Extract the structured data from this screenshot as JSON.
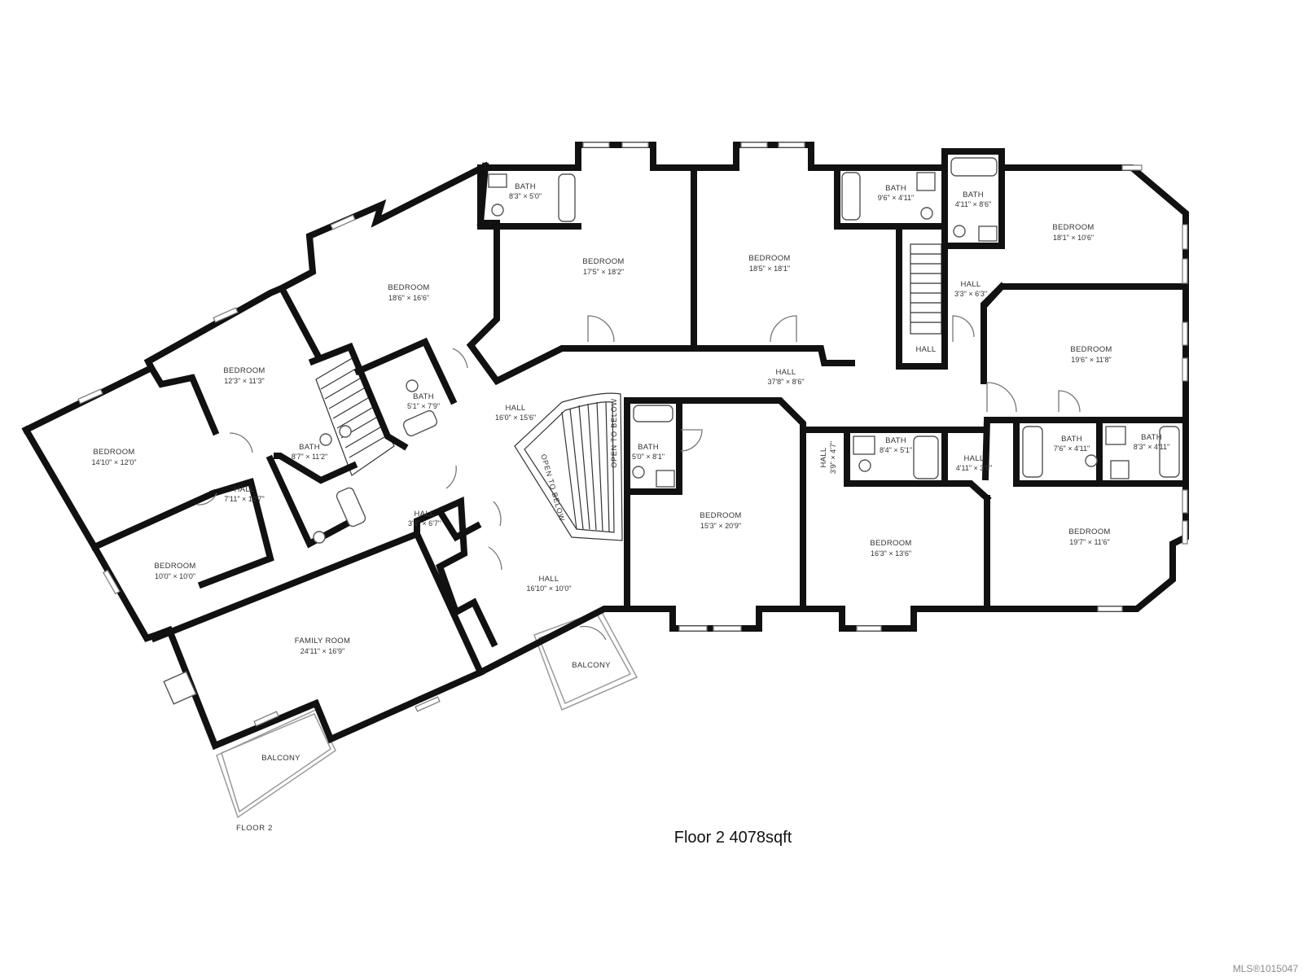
{
  "plan": {
    "rooms": [
      {
        "id": "bath-a",
        "name": "BATH",
        "dims": "8'3\" × 5'0\""
      },
      {
        "id": "bedroom-a",
        "name": "BEDROOM",
        "dims": "17'5\" × 18'2\""
      },
      {
        "id": "bedroom-b",
        "name": "BEDROOM",
        "dims": "18'5\" × 18'1\""
      },
      {
        "id": "bath-b",
        "name": "BATH",
        "dims": "9'6\" × 4'11\""
      },
      {
        "id": "bath-c",
        "name": "BATH",
        "dims": "4'11\" × 8'6\""
      },
      {
        "id": "bedroom-c",
        "name": "BEDROOM",
        "dims": "18'1\" × 10'6\""
      },
      {
        "id": "hall-a",
        "name": "HALL",
        "dims": "3'3\" × 6'3\""
      },
      {
        "id": "bedroom-d",
        "name": "BEDROOM",
        "dims": "18'6\" × 16'6\""
      },
      {
        "id": "bedroom-e",
        "name": "BEDROOM",
        "dims": "12'3\" × 11'3\""
      },
      {
        "id": "bedroom-f",
        "name": "BEDROOM",
        "dims": "14'10\" × 12'0\""
      },
      {
        "id": "bath-d",
        "name": "BATH",
        "dims": "5'1\" × 7'9\""
      },
      {
        "id": "hall-b",
        "name": "HALL",
        "dims": "16'0\" × 15'6\""
      },
      {
        "id": "hall-c",
        "name": "HALL",
        "dims": "37'8\" × 8'6\""
      },
      {
        "id": "hall-d",
        "name": "HALL",
        "dims": ""
      },
      {
        "id": "bedroom-g",
        "name": "BEDROOM",
        "dims": "19'6\" × 11'8\""
      },
      {
        "id": "bath-e",
        "name": "BATH",
        "dims": "8'7\" × 11'2\""
      },
      {
        "id": "hall-e",
        "name": "HALL",
        "dims": "7'11\" × 10'7\""
      },
      {
        "id": "bath-f",
        "name": "BATH",
        "dims": "5'0\" × 8'1\""
      },
      {
        "id": "bath-g",
        "name": "BATH",
        "dims": "8'4\" × 5'1\""
      },
      {
        "id": "hall-f",
        "name": "HALL",
        "dims": "3'9\" × 4'7\""
      },
      {
        "id": "hall-g",
        "name": "HALL",
        "dims": "4'11\" × 3'9\""
      },
      {
        "id": "bath-h",
        "name": "BATH",
        "dims": "7'6\" × 4'11\""
      },
      {
        "id": "bath-i",
        "name": "BATH",
        "dims": "8'3\" × 4'11\""
      },
      {
        "id": "bedroom-h",
        "name": "BEDROOM",
        "dims": "10'0\" × 10'0\""
      },
      {
        "id": "hall-h",
        "name": "HALL",
        "dims": "3'4\" × 6'7\""
      },
      {
        "id": "bedroom-i",
        "name": "BEDROOM",
        "dims": "15'3\" × 20'9\""
      },
      {
        "id": "bedroom-j",
        "name": "BEDROOM",
        "dims": "16'3\" × 13'6\""
      },
      {
        "id": "bedroom-k",
        "name": "BEDROOM",
        "dims": "19'7\" × 11'6\""
      },
      {
        "id": "hall-i",
        "name": "HALL",
        "dims": "16'10\" × 10'0\""
      },
      {
        "id": "family-room",
        "name": "FAMILY ROOM",
        "dims": "24'11\" × 16'9\""
      },
      {
        "id": "balcony-a",
        "name": "BALCONY",
        "dims": ""
      },
      {
        "id": "balcony-b",
        "name": "BALCONY",
        "dims": ""
      }
    ],
    "open_to_below": "OPEN TO BELOW",
    "floor_label": "FLOOR 2"
  },
  "caption": "Floor 2 4078sqft",
  "watermark": "MLS®1015047"
}
